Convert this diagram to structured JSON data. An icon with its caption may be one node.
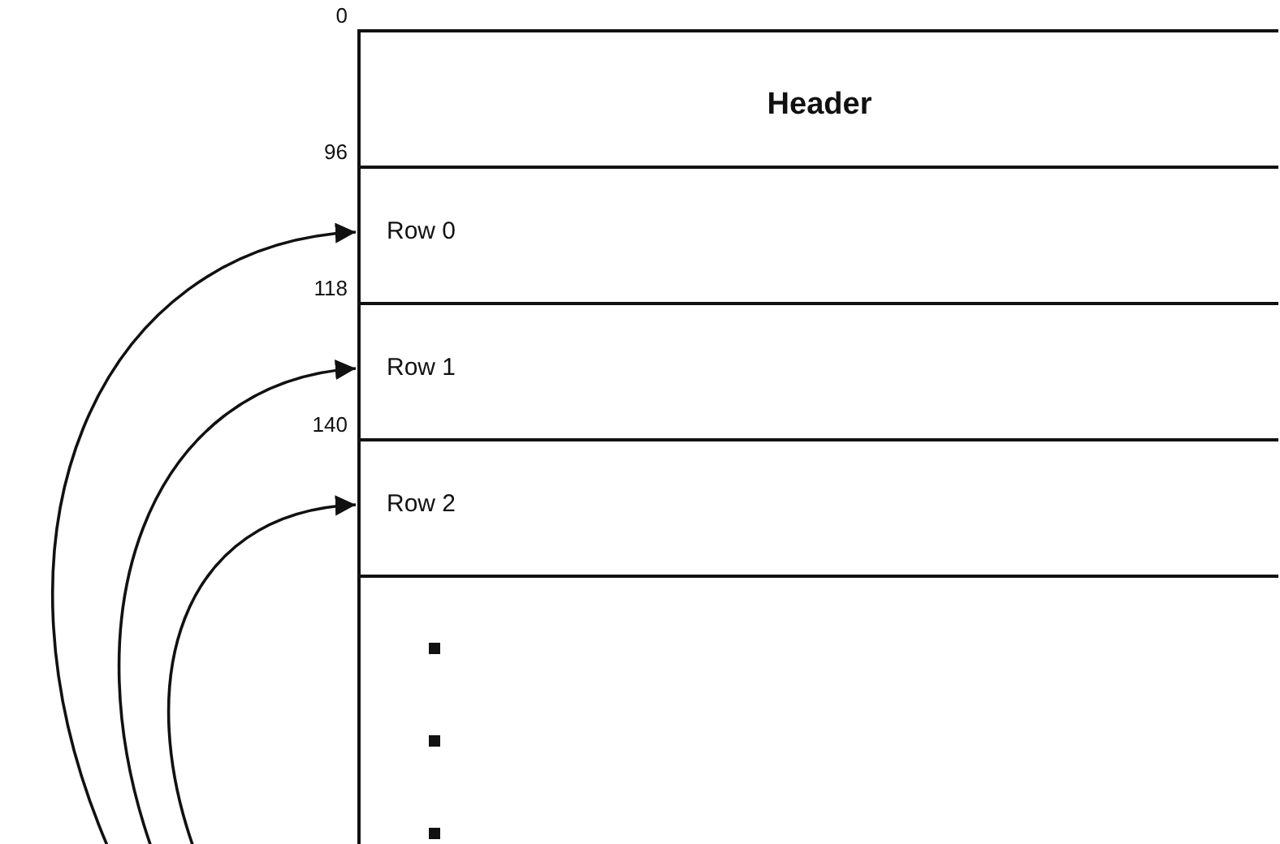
{
  "diagram": {
    "nodes": [
      {
        "text": [
          "Header"
        ]
      },
      {
        "text": [
          "Row 0"
        ]
      },
      {
        "text": [
          "Row 1"
        ]
      },
      {
        "text": [
          "Row 2"
        ]
      },
      {
        "text": [],
        "shape": "box"
      }
    ],
    "edges": [
      {
        "from": null,
        "to": 1,
        "arrow": "to"
      },
      {
        "from": null,
        "to": 2,
        "arrow": "to"
      },
      {
        "from": null,
        "to": 3,
        "arrow": "to"
      }
    ],
    "labels": [
      "0",
      "96",
      "118",
      "140"
    ]
  }
}
